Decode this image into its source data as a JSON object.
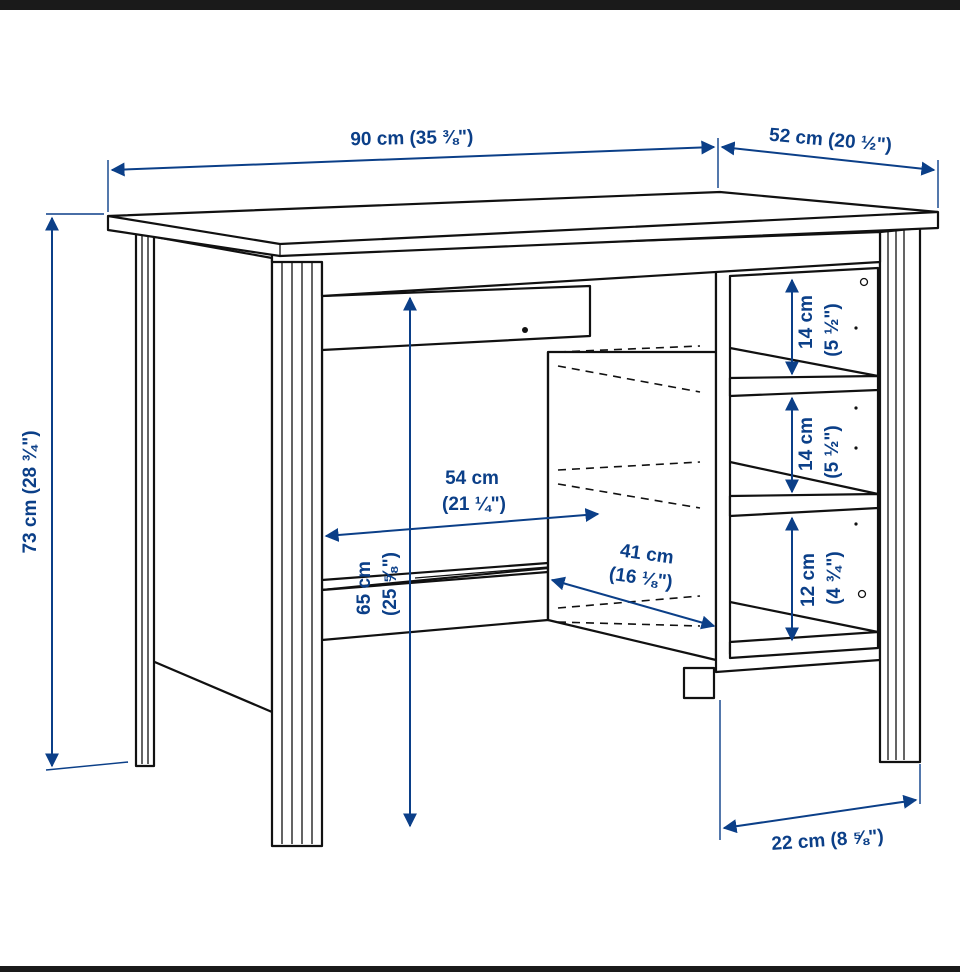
{
  "colors": {
    "dimension": "#0b3f88",
    "outline": "#111111",
    "background": "#ffffff"
  },
  "dimensions": {
    "width": "90 cm (35 ⅜\")",
    "depth": "52 cm (20 ½\")",
    "height": "73 cm (28 ¾\")",
    "knee_width_cm": "54 cm",
    "knee_width_in": "(21 ¼\")",
    "knee_height_cm": "65 cm",
    "knee_height_in": "(25 ⅝\")",
    "inner_depth_cm": "41 cm",
    "inner_depth_in": "(16 ⅛\")",
    "shelf_top_cm": "14 cm",
    "shelf_top_in": "(5 ½\")",
    "shelf_mid_cm": "14 cm",
    "shelf_mid_in": "(5 ½\")",
    "shelf_bottom_cm": "12 cm",
    "shelf_bottom_in": "(4 ¾\")",
    "shelf_depth": "22 cm (8 ⅝\")"
  }
}
